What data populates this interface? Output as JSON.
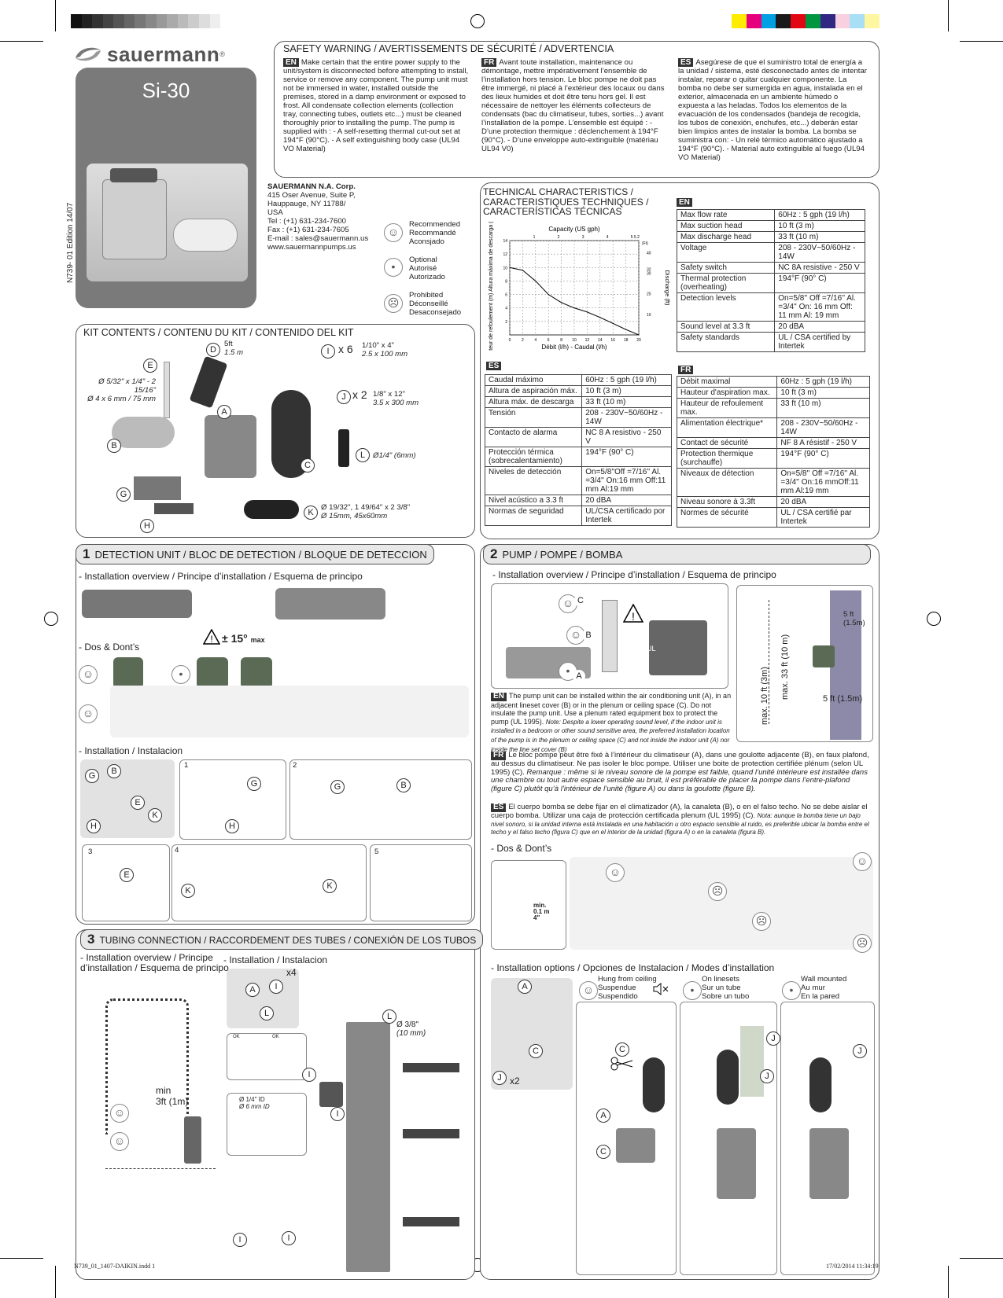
{
  "colors": {
    "accent": "#555555",
    "header_bg": "#e8e8e8",
    "card_bg": "#7a7a7a"
  },
  "brand": {
    "logo_text": "sauermann",
    "product": "Si-30",
    "edition": "N739- 01 Edition 14/07"
  },
  "safety": {
    "title": "SAFETY WARNING / AVERTISSEMENTS DE SÉCURITÉ / ADVERTENCIA",
    "en": "Make certain that the entire power supply to the unit/system is disconnected before attempting to install, service or remove any component. The pump unit must not be immersed in water, installed outside the premises, stored in a damp environment or exposed to frost. All condensate collection elements (collection tray, connecting tubes, outlets etc...) must be cleaned thoroughly prior to installing the pump. The pump is supplied with : - A self-resetting thermal cut-out set at 194°F (90°C). - A self extinguishing body case (UL94 VO Material)",
    "fr": "Avant toute installation, maintenance ou démontage, mettre impérativement l’ensemble de l’installation hors tension. Le bloc pompe ne doit pas être immergé, ni placé à l’extérieur des locaux ou dans des lieux humides et doit être tenu hors gel. Il est nécessaire de nettoyer les éléments collecteurs de condensats (bac du climatiseur, tubes, sorties...) avant l’installation de la pompe. L’ensemble est équipé : - D’une protection thermique : déclenchement à 194°F (90°C). - D’une enveloppe auto-extinguible (matériau UL94 V0)",
    "es": "Asegúrese de que el suministro total de energía a la unidad / sistema, esté desconectado antes de intentar instalar, reparar o quitar cualquier componente. La bomba no debe ser sumergida en agua, instalada en el exterior, almacenada en un ambiente húmedo o expuesta a las heladas. Todos los elementos de la evacuación de los condensados (bandeja de recogida, los tubos de conexión, enchufes, etc...) deberán estar bien limpios antes de instalar la bomba. La bomba se suministra con: - Un relé térmico automático ajustado a 194°F (90°C). - Material auto extinguible al fuego (UL94 VO Material)"
  },
  "lang": {
    "en": "EN",
    "fr": "FR",
    "es": "ES"
  },
  "company": {
    "name": "SAUERMANN N.A. Corp.",
    "lines": [
      "415 Oser Avenue, Suite P,",
      "Hauppauge, NY 11788/",
      "USA",
      "Tel : (+1) 631-234-7600",
      "Fax : (+1) 631-234-7605",
      "E-mail : sales@sauermann.us",
      "www.sauermannpumps.us"
    ]
  },
  "legend": {
    "recommended": "Recommended\nRecommandé\nAconsjado",
    "optional": "Optional\nAutorisé\nAutorizado",
    "prohibited": "Prohibited\nDéconseillé\nDesaconsejado"
  },
  "tech": {
    "title": "TECHNICAL CHARACTERISTICS /\nCARACTERISTIQUES TECHNIQUES /\nCARACTERÍSTICAS TÉCNICAS",
    "en_rows": [
      [
        "Max flow rate",
        "60Hz : 5 gph (19 l/h)"
      ],
      [
        "Max suction head",
        "10 ft (3 m)"
      ],
      [
        "Max discharge head",
        "33 ft (10 m)"
      ],
      [
        "Voltage",
        "208 - 230V~50/60Hz - 14W"
      ],
      [
        "Safety switch",
        "NC 8A resistive - 250 V"
      ],
      [
        "Thermal protection (overheating)",
        "194°F (90° C)"
      ],
      [
        "Detection levels",
        "On=5/8'' Off =7/16'' Al. =3/4'' On: 16 mm Off: 11 mm Al: 19 mm"
      ],
      [
        "Sound level at 3.3 ft",
        "20 dBA"
      ],
      [
        "Safety standards",
        "UL / CSA certified by Intertek"
      ]
    ],
    "es_rows": [
      [
        "Caudal máximo",
        "60Hz : 5 gph (19 l/h)"
      ],
      [
        "Altura de aspiración máx.",
        "10 ft (3 m)"
      ],
      [
        "Altura máx. de descarga",
        "33 ft (10 m)"
      ],
      [
        "Tensión",
        "208 - 230V~50/60Hz - 14W"
      ],
      [
        "Contacto de alarma",
        "NC 8 A resistivo - 250 V"
      ],
      [
        "Protección térmica (sobrecalentamiento)",
        "194°F (90° C)"
      ],
      [
        "Niveles de detección",
        "On=5/8''Off =7/16'' Al. =3/4'' On:16 mm Off:11 mm Al:19 mm"
      ],
      [
        "Nivel acústico a 3.3 ft",
        "20 dBA"
      ],
      [
        "Normas de seguridad",
        "UL/CSA certificado por Intertek"
      ]
    ],
    "fr_rows": [
      [
        "Débit maximal",
        "60Hz : 5 gph (19 l/h)"
      ],
      [
        "Hauteur d'aspiration max.",
        "10 ft (3 m)"
      ],
      [
        "Hauteur de refoulement max.",
        "33 ft (10 m)"
      ],
      [
        "Alimentation électrique*",
        "208 - 230V~50/60Hz - 14W"
      ],
      [
        "Contact de sécurité",
        "NF 8 A résistif - 250 V"
      ],
      [
        "Protection thermique (surchauffe)",
        "194°F (90° C)"
      ],
      [
        "Niveaux de détection",
        "On=5/8'' Off =7/16'' Al. =3/4'' On:16 mmOff:11 mm Al:19 mm"
      ],
      [
        "Niveau sonore à 3.3ft",
        "20 dBA"
      ],
      [
        "Normes de sécurité",
        "UL / CSA certifié par Intertek"
      ]
    ]
  },
  "chart_data": {
    "type": "line",
    "title": "Capacity (US gph)",
    "xlabel": "Débit (l/h) - Caudal (l/h)",
    "ylabel": "Hauteur de refoulement (m) Altura máxima de descarga (m)",
    "y2label": "Discharge (ft)",
    "y2unit": "(Ft)",
    "x": [
      0,
      2,
      4,
      6,
      8,
      10,
      12,
      14,
      16,
      18,
      20
    ],
    "y": [
      10,
      9.6,
      8.0,
      6.0,
      4.8,
      4.0,
      3.4,
      2.6,
      1.7,
      0.8,
      0
    ],
    "xlim": [
      0,
      20
    ],
    "ylim": [
      0,
      14
    ],
    "xticks": [
      "0",
      "2",
      "4",
      "6",
      "8",
      "10",
      "12",
      "14",
      "16",
      "18",
      "20"
    ],
    "yticks": [
      "2",
      "4",
      "6",
      "8",
      "10",
      "12",
      "14"
    ],
    "top_ticks": [
      "1",
      "2",
      "3",
      "4",
      "5",
      "5.2"
    ],
    "y2ticks": [
      "10",
      "20",
      "30",
      "32",
      "40"
    ],
    "grid": true
  },
  "kit": {
    "title": "KIT CONTENTS  / CONTENU DU KIT / CONTENIDO DEL KIT",
    "D": "5ft",
    "D_m": "1.5 m",
    "E": "Ø 5/32\" x 1/4\" - 2 15/16\"",
    "E_m": "Ø 4 x 6 mm / 75 mm",
    "I_count": "x 6",
    "I_size": "1/10\" x 4\"",
    "I_m": "2.5 x 100 mm",
    "J_count": "x 2",
    "J_size": "1/8\" x 12\"",
    "J_m": "3.5 x 300 mm",
    "L": "Ø1/4\" (6mm)",
    "K": "Ø 19/32\", 1 49/64\" x 2 3/8\"",
    "K_m": "Ø 15mm, 45x60mm"
  },
  "letters": [
    "A",
    "B",
    "C",
    "D",
    "E",
    "G",
    "H",
    "I",
    "J",
    "K",
    "L"
  ],
  "s1": {
    "num": "1",
    "title": "DETECTION UNIT / BLOC DE DETECTION / BLOQUE DE DETECCION",
    "overview": "- Installation overview / Principe d’installation / Esquema de principo",
    "dos": "- Dos & Dont’s",
    "tilt": "± 15°",
    "tilt_max": "max",
    "install": "- Installation / Instalacion",
    "steps": [
      "1",
      "2",
      "3",
      "4",
      "5"
    ]
  },
  "s2": {
    "num": "2",
    "title": "PUMP / POMPE / BOMBA",
    "overview": "- Installation overview / Principe d’installation / Esquema de principo",
    "h5ft": "5 ft",
    "h15m": "(1.5m)",
    "h5ft2": "5 ft (1.5m)",
    "max33": "max. 33 ft (10 m)",
    "max10": "max. 10 ft (3m)",
    "ul": "UL",
    "en": "The pump unit can be installed within the air conditioning unit (A), in an adjacent lineset cover (B) or in the plenum or ceiling space (C). Do not insulate the pump unit. Use a plenum rated equipment box to protect the pump (UL 1995).",
    "en_note": "Note: Despite a lower operating sound level, if the indoor unit is installed in a bedroom or other sound sensitive area, the preferred installation location of the pump is in the plenum or ceiling space (C) and not inside the indoor unit (A) nor inside the line set cover (B)",
    "fr": "Le bloc pompe peut être fixé à l’intérieur du climatiseur (A), dans une goulotte adjacente (B), en faux plafond, au dessus du climatiseur. Ne pas isoler le bloc pompe. Utiliser une boite de protection certifiée plénum (selon UL 1995) (C).",
    "fr_note": "Remarque : même si le niveau sonore de la pompe est faible, quand l’unité intérieure est installée dans une chambre ou tout autre espace sensible au bruit, il est préférable de placer la pompe dans l’entre-plafond (figure C) plutôt qu’à l’intérieur de l’unité (figure A) ou dans la goulotte (figure B).",
    "es": "El cuerpo bomba se debe fijar en el climatizador (A), la canaleta (B), o en el falso techo. No se debe aislar el cuerpo bomba. Utilizar una caja de protección certificada plenum (UL 1995) (C).",
    "es_note": "Nota: aunque la bomba tiene un bajo nivel sonoro, si la unidad interna está instalada en una habitación u otro espacio sensible al ruido, es preferible ubicar la bomba entre el techo y el falso techo (figura C) que en el interior de la unidad (figura A) o en la canaleta (figura B).",
    "dos": "- Dos & Dont’s",
    "min": "min.",
    "min_v": "0.1 m",
    "min_in": "4\"",
    "options": "- Installation options / Opciones de Instalacion / Modes d’installation",
    "opt1": "Hung from ceiling\nSuspendue\nSuspendido",
    "opt2": "On linesets\nSur un tube\nSobre un tubo",
    "opt3": "Wall mounted\nAu mur\nEn la pared",
    "x2": "x2"
  },
  "s3": {
    "num": "3",
    "title": "TUBING CONNECTION / RACCORDEMENT DES TUBES / CONEXIÓN DE LOS TUBOS",
    "overview": "- Installation overview / Principe\nd’installation / Esquema de principo",
    "install": "- Installation / Instalacion",
    "x4": "x4",
    "min": "min",
    "min3": "3ft (1m)",
    "ok": "OK",
    "id": "Ø  1/4\" ID",
    "id_m": "Ø  6 mm ID",
    "d38": "Ø 3/8\"",
    "d38m": "(10 mm)"
  },
  "footer": {
    "left": "N739_01_1407-DAIKIN.indd   1",
    "right": "17/02/2014   11:34:19"
  }
}
